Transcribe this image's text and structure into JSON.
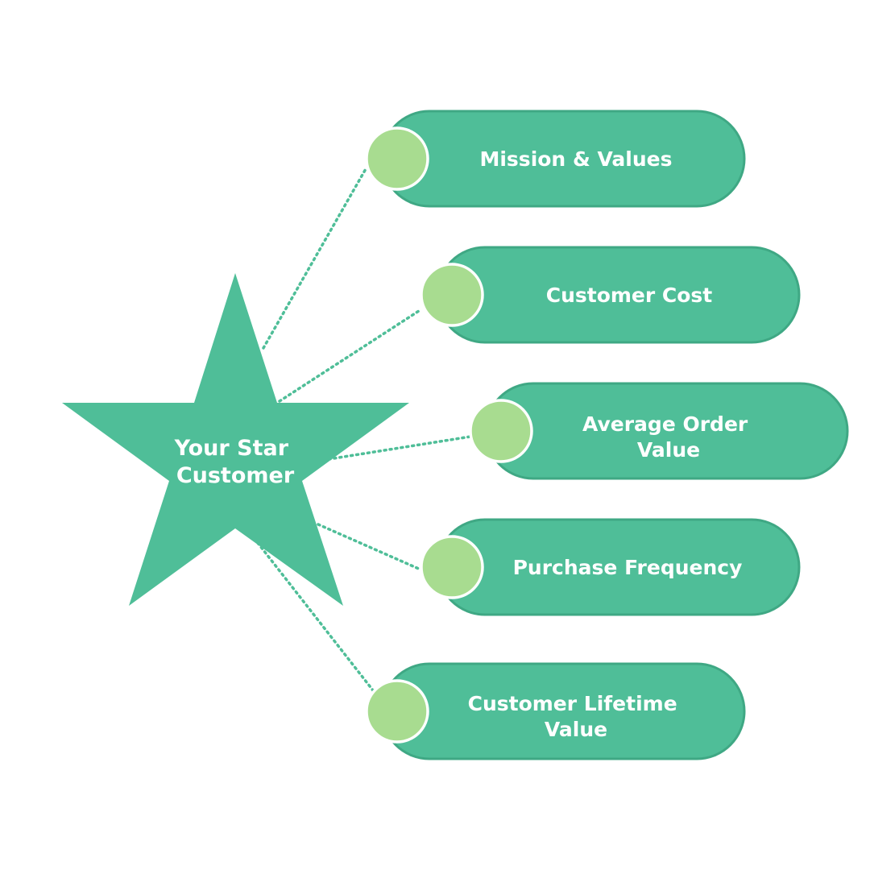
{
  "colors": {
    "background": "#ffffff",
    "shape_fill": "#4fbe98",
    "shape_outline": "#3fa884",
    "dot_fill": "#a8dc90",
    "dot_outline": "#ffffff",
    "connector": "#4fbe98",
    "text": "#ffffff"
  },
  "center": {
    "shape": "star",
    "label_lines": [
      "Your Star",
      "Customer"
    ]
  },
  "items": [
    {
      "label_lines": [
        "Mission & Values"
      ]
    },
    {
      "label_lines": [
        "Customer Cost"
      ]
    },
    {
      "label_lines": [
        "Average Order",
        "Value"
      ]
    },
    {
      "label_lines": [
        "Purchase Frequency"
      ]
    },
    {
      "label_lines": [
        "Customer Lifetime",
        "Value"
      ]
    }
  ]
}
